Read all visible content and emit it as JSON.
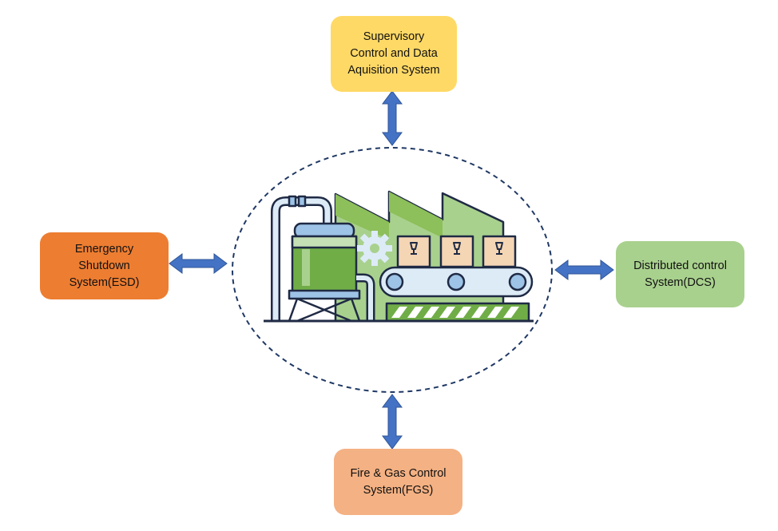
{
  "nodes": {
    "scada": {
      "label": "Supervisory\nControl and Data\nAquisition System",
      "color": "#FFD966"
    },
    "esd": {
      "label": "Emergency\nShutdown\nSystem(ESD)",
      "color": "#ED7D31"
    },
    "dcs": {
      "label": "Distributed control\nSystem(DCS)",
      "color": "#A9D18E"
    },
    "fgs": {
      "label": "Fire & Gas Control\nSystem(FGS)",
      "color": "#F4B183"
    }
  },
  "center": {
    "icon": "factory-icon",
    "boundary_color": "#1F3864"
  },
  "connectors": {
    "color": "#4472C4",
    "outline": "#2F5597",
    "style": "double-headed-arrow"
  }
}
